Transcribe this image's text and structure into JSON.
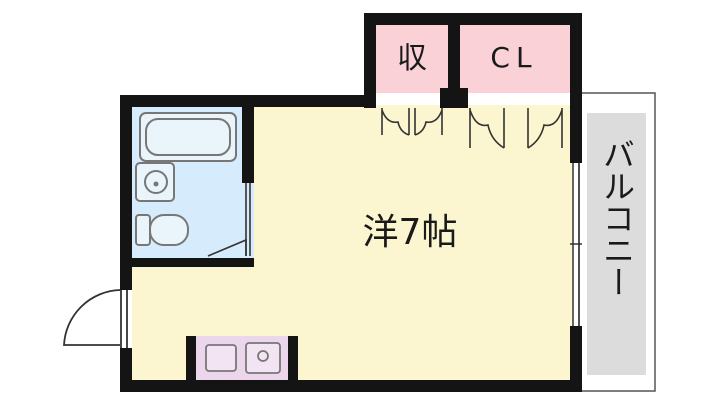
{
  "floorplan": {
    "room_label": "洋7帖",
    "storage_label": "収",
    "closet_label": "CL",
    "balcony_label": "バルコニー"
  },
  "colors": {
    "wall": "#141414",
    "room_floor": "#fbf6cf",
    "wet_area": "#d6ebfb",
    "closet_fill": "#f9d1d7",
    "kitchen_fill": "#ecd6ec",
    "balcony_fill": "#dcdcdc",
    "fixture_stroke": "#777777"
  }
}
